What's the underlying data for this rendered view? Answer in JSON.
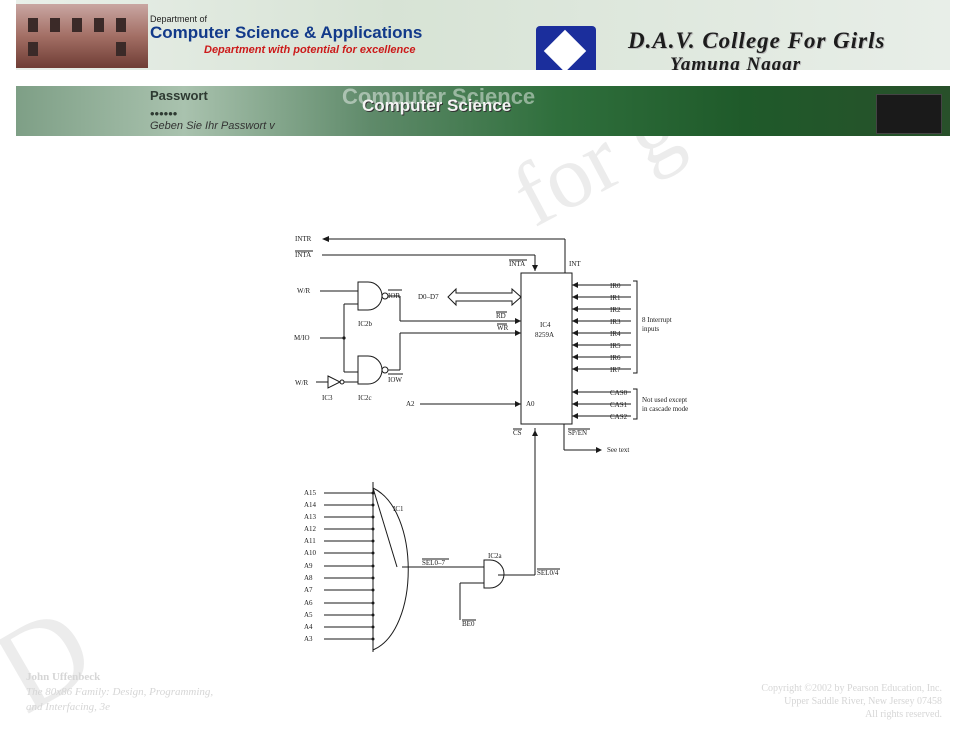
{
  "header": {
    "dept_line1": "Department of",
    "dept_line2": "Computer Science & Applications",
    "dept_tagline": "Department with potential for excellence",
    "college_name": "D.A.V. College For Girls",
    "college_city": "Yamuna Nagar",
    "strip_password": "Passwort",
    "strip_stars": "••••••",
    "strip_hint": "Geben Sie Ihr Passwort v",
    "strip_title_ghost": "Computer Science",
    "strip_title": "Computer Science"
  },
  "diagram": {
    "left_signals": {
      "intr": "INTR",
      "inta": "INTA",
      "wr1": "W/R",
      "mio": "M/IO",
      "wr2": "W/R",
      "a2": "A2"
    },
    "gates": {
      "ic2b": "IC2b",
      "ic2c": "IC2c",
      "ic3": "IC3",
      "ic1": "IC1",
      "ic2a": "IC2a"
    },
    "nets": {
      "ior": "IOR",
      "iow": "IOW",
      "d0d7": "D0–D7",
      "rd": "RD",
      "wr": "WR",
      "sel07": "SEL0–7",
      "sel04": "SEL0/4",
      "be0": "BE0"
    },
    "chip": {
      "name": "IC4",
      "part": "8259A",
      "inta_pin": "INTA",
      "int_pin": "INT",
      "a0_pin": "A0",
      "cs_pin": "CS",
      "spen_pin": "SP/EN"
    },
    "ir_inputs": [
      "IR0",
      "IR1",
      "IR2",
      "IR3",
      "IR4",
      "IR5",
      "IR6",
      "IR7"
    ],
    "ir_note_line1": "8 Interrupt",
    "ir_note_line2": "inputs",
    "cas_pins": [
      "CAS0",
      "CAS1",
      "CAS2"
    ],
    "cas_note_line1": "Not used except",
    "cas_note_line2": "in cascade mode",
    "see_text": "See text",
    "address_lines": [
      "A15",
      "A14",
      "A13",
      "A12",
      "A11",
      "A10",
      "A9",
      "A8",
      "A7",
      "A6",
      "A5",
      "A4",
      "A3"
    ]
  },
  "footer": {
    "author": "John Uffenbeck",
    "book_line1": "The 80x86 Family:  Design, Programming,",
    "book_line2": "and Interfacing, 3e",
    "copyright_line1": "Copyright ©2002 by Pearson Education, Inc.",
    "copyright_line2": "Upper Saddle River, New Jersey 07458",
    "copyright_line3": "All rights reserved."
  },
  "colors": {
    "dept_blue": "#123a8a",
    "tagline_red": "#cc1a1a",
    "logo_blue": "#1b2e9c",
    "wire": "#1a1a1a"
  }
}
